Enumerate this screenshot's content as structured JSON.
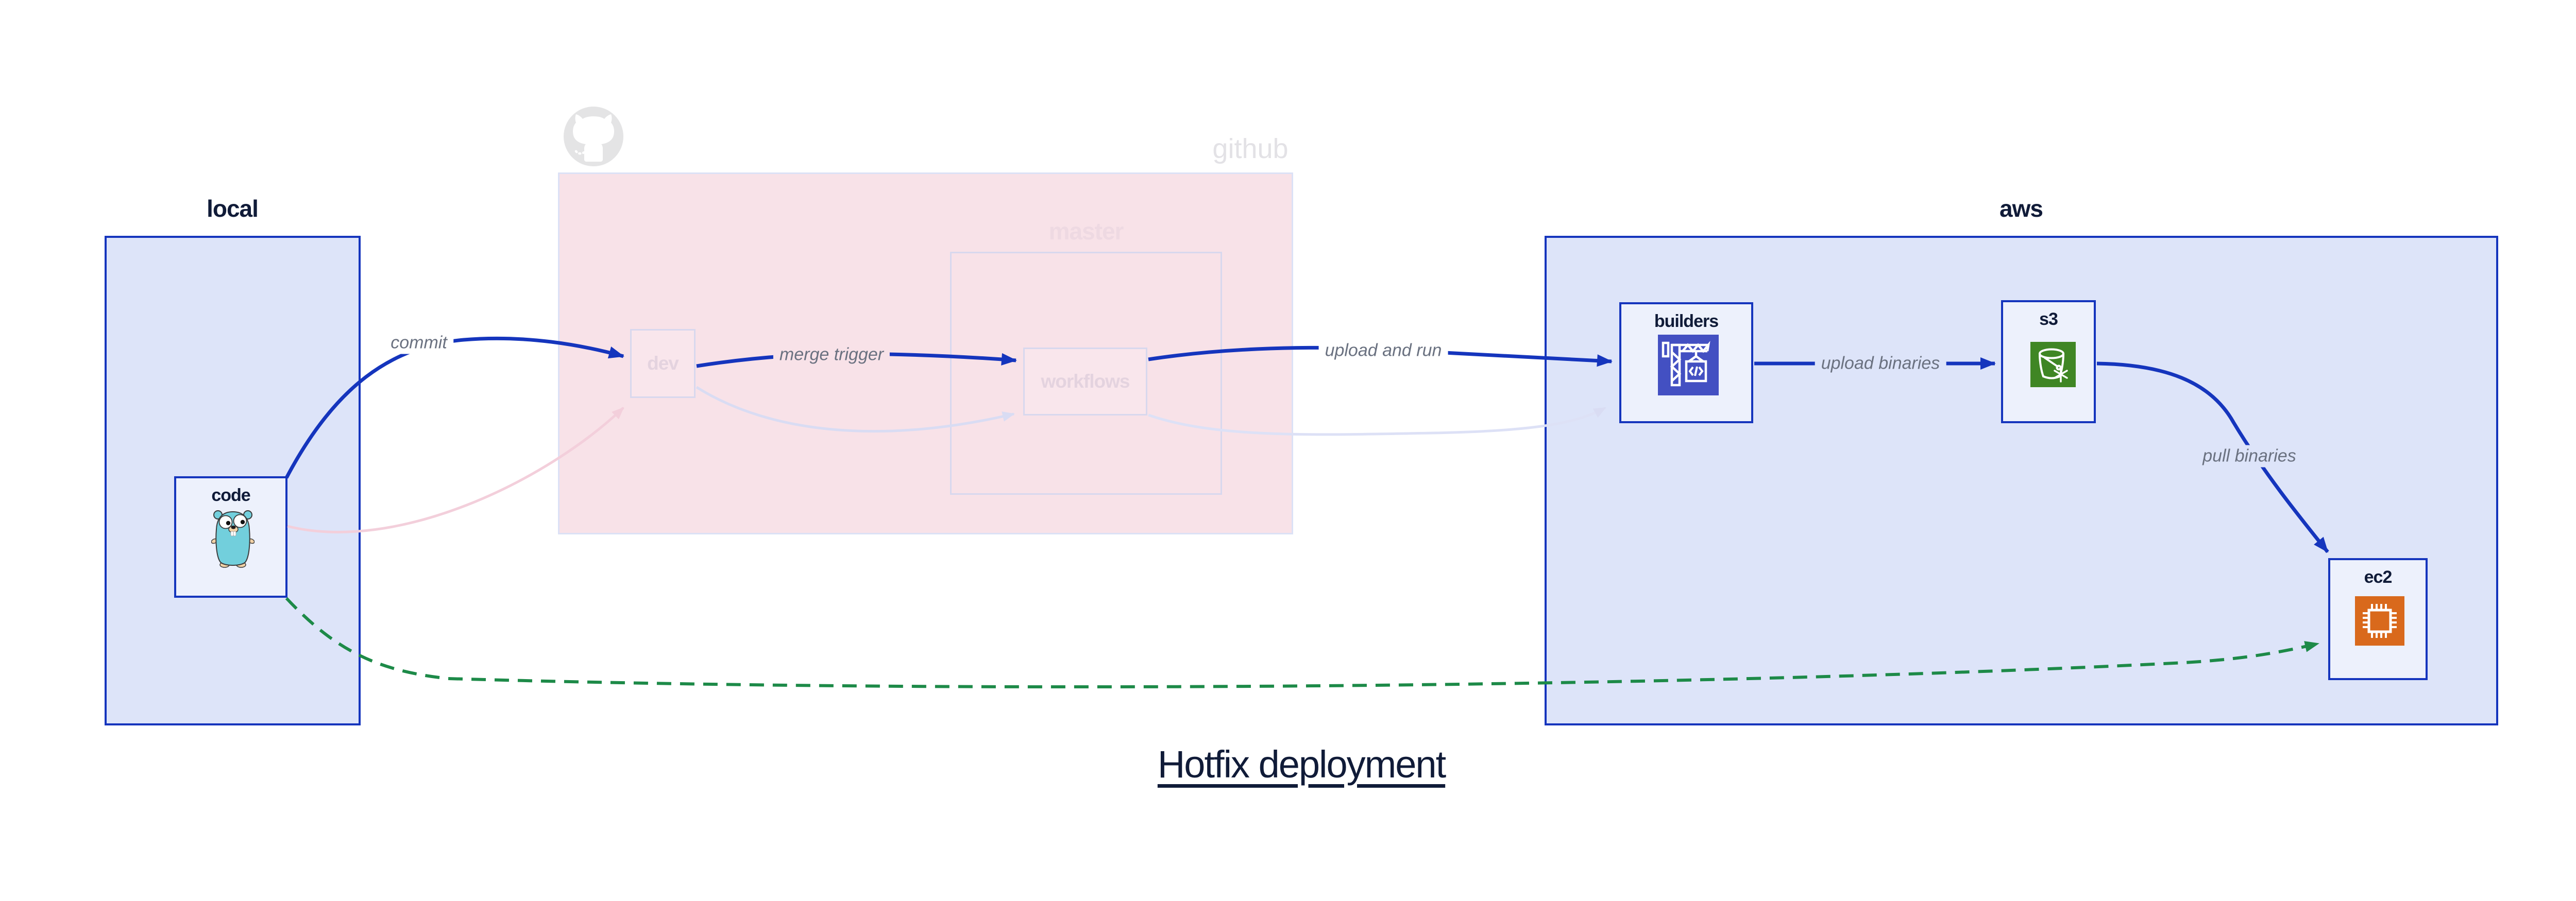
{
  "diagram_title": "Hotfix deployment",
  "colors": {
    "blue": "#1535bd",
    "navy": "#101b38",
    "lavender": "#dde4f9",
    "node-fill": "#edf1fc",
    "pink": "#f8e2e8",
    "pink-node": "#f9e6ec",
    "faded-border": "#d8d8ee",
    "github-border": "#dce1f6",
    "ghost": "#e3e2e6",
    "master-label": "#eed9e2",
    "pink-label": "#e4d3df",
    "gray": "#6a7180",
    "green": "#1d8a48",
    "pink-arrow": "#f3cfdb",
    "lavender-arrow": "#d9dcf3",
    "octocat-gray": "#e4e4e5",
    "gopher-teal": "#72cfdc",
    "builders-icon-bg": "#4350c2",
    "s3-icon-bg": "#3f8624",
    "ec2-icon-bg": "#d9691c"
  },
  "containers": {
    "local": {
      "label": "local"
    },
    "github": {
      "label": "github"
    },
    "master": {
      "label": "master"
    },
    "aws": {
      "label": "aws"
    }
  },
  "nodes": {
    "code": {
      "label": "code",
      "icon": "go-gopher"
    },
    "dev": {
      "label": "dev"
    },
    "workflows": {
      "label": "workflows"
    },
    "builders": {
      "label": "builders",
      "icon": "crane-codebuild"
    },
    "s3": {
      "label": "s3",
      "icon": "s3-bucket"
    },
    "ec2": {
      "label": "ec2",
      "icon": "cpu-chip"
    }
  },
  "edges": {
    "commit": {
      "label": "commit",
      "from": "code",
      "to": "dev",
      "style": "blue"
    },
    "merge_trigger": {
      "label": "merge trigger",
      "from": "dev",
      "to": "workflows",
      "style": "blue"
    },
    "upload_and_run": {
      "label": "upload and run",
      "from": "workflows",
      "to": "builders",
      "style": "blue"
    },
    "upload_binaries": {
      "label": "upload binaries",
      "from": "builders",
      "to": "s3",
      "style": "blue"
    },
    "pull_binaries": {
      "label": "pull binaries",
      "from": "s3",
      "to": "ec2",
      "style": "blue"
    },
    "hotfix_path": {
      "label": "",
      "from": "code",
      "to": "ec2",
      "style": "green-dashed"
    },
    "faded_commit": {
      "label": "",
      "from": "code",
      "to": "dev",
      "style": "faded-pink"
    },
    "faded_merge": {
      "label": "",
      "from": "dev",
      "to": "workflows",
      "style": "faded-lavender"
    },
    "faded_run": {
      "label": "",
      "from": "workflows",
      "to": "builders",
      "style": "faded-lavender"
    }
  }
}
